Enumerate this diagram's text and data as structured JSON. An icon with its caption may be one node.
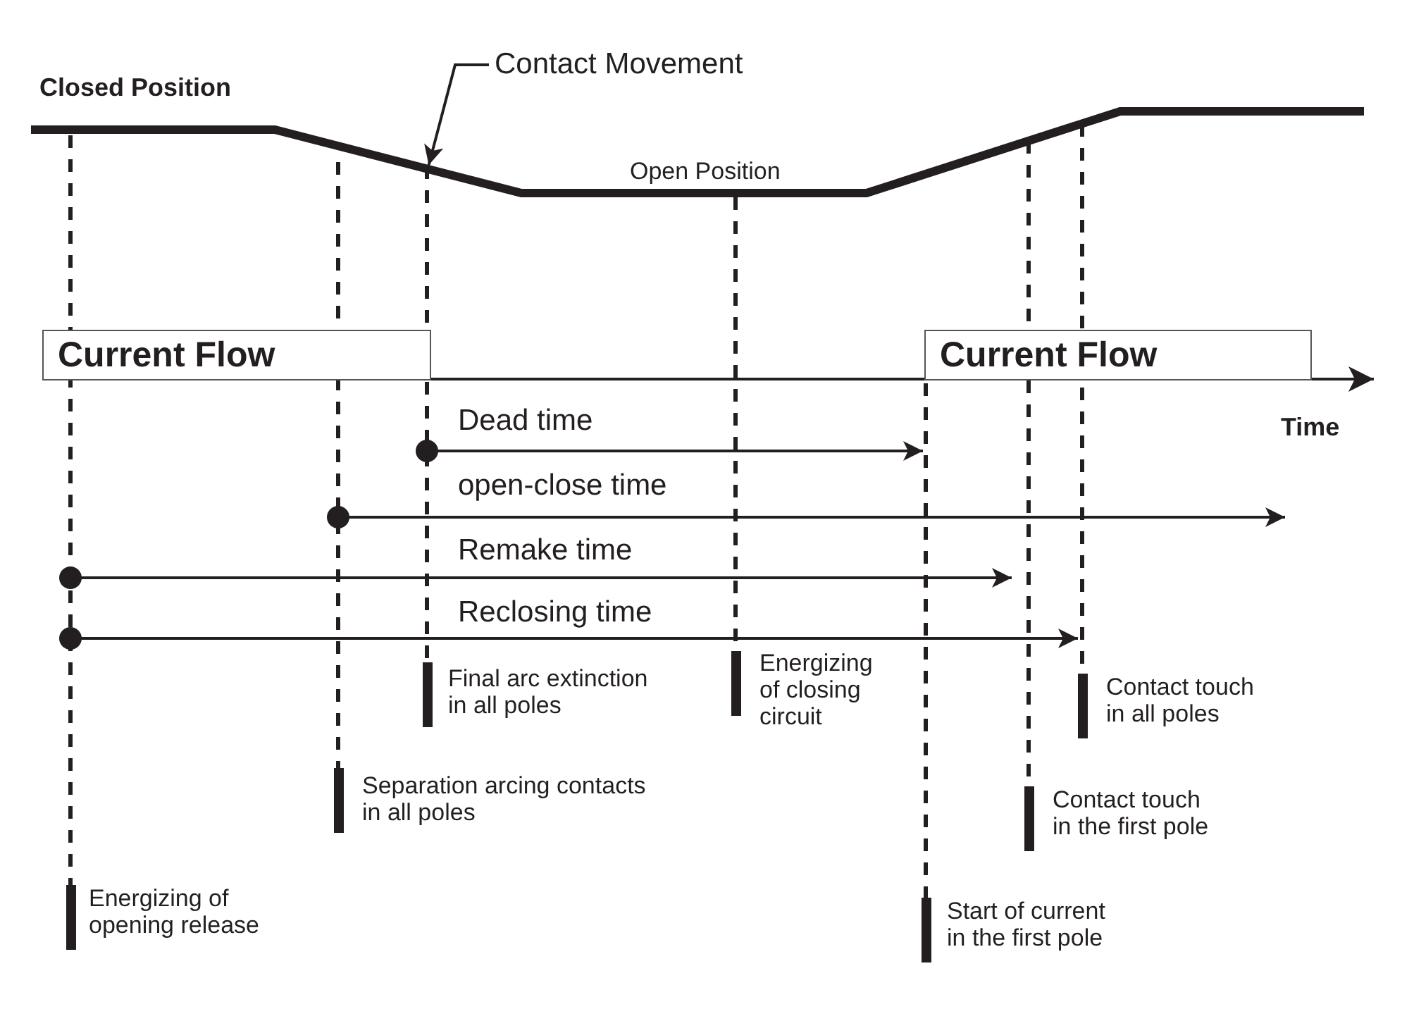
{
  "diagram": {
    "nodes": [
      {
        "text": [
          "Current Flow"
        ]
      },
      {
        "text": [
          "Current Flow"
        ]
      },
      {
        "text": [
          "Contact Movement"
        ]
      },
      {
        "text": [],
        "shape": "line"
      }
    ],
    "edges": [
      {
        "from": 2,
        "to": 3,
        "arrow": "to"
      }
    ],
    "labels": [
      "Closed Position",
      "Open Position",
      "Time",
      "Dead time",
      "open-close time",
      "Remake time",
      "Reclosing time",
      "Final arc extinction in all poles",
      "Energizing of closing circuit",
      "Contact touch in all poles",
      "Separation arcing contacts in all poles",
      "Contact touch in the first pole",
      "Energizing of opening release",
      "Start of current in the first pole"
    ]
  }
}
